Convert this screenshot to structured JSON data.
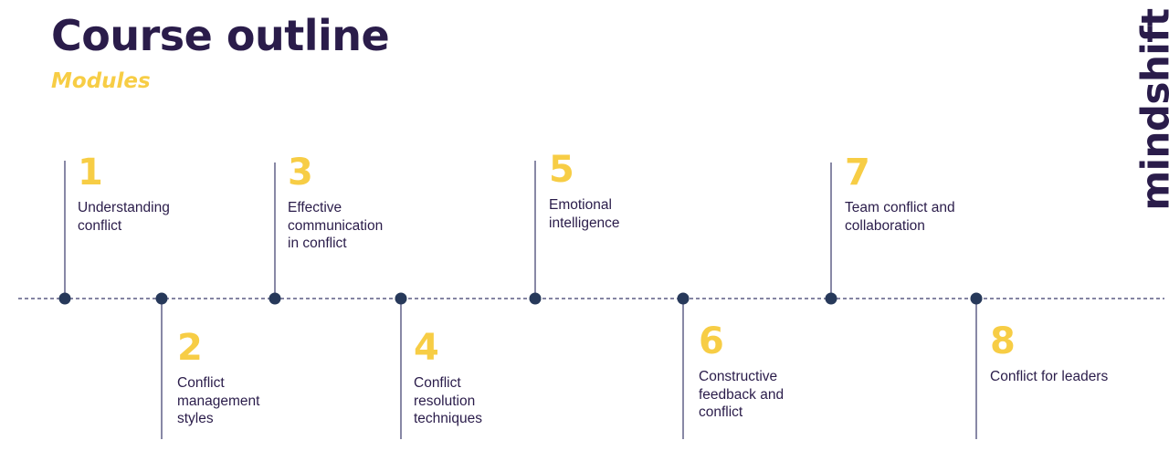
{
  "header": {
    "title": "Course outline",
    "subtitle": "Modules"
  },
  "brand": "mindshift",
  "colors": {
    "primary": "#2a1c4a",
    "accent": "#f7cd45",
    "dot": "#27395a",
    "line": "#3a3a6a"
  },
  "modules": [
    {
      "number": "1",
      "label": "Understanding\nconflict",
      "side": "top"
    },
    {
      "number": "2",
      "label": "Conflict\nmanagement\nstyles",
      "side": "bottom"
    },
    {
      "number": "3",
      "label": "Effective\ncommunication\nin conflict",
      "side": "top"
    },
    {
      "number": "4",
      "label": "Conflict\nresolution\ntechniques",
      "side": "bottom"
    },
    {
      "number": "5",
      "label": "Emotional\nintelligence",
      "side": "top"
    },
    {
      "number": "6",
      "label": "Constructive\nfeedback and\nconflict",
      "side": "bottom"
    },
    {
      "number": "7",
      "label": "Team conflict and\ncollaboration",
      "side": "top"
    },
    {
      "number": "8",
      "label": "Conflict for leaders",
      "side": "bottom"
    }
  ]
}
